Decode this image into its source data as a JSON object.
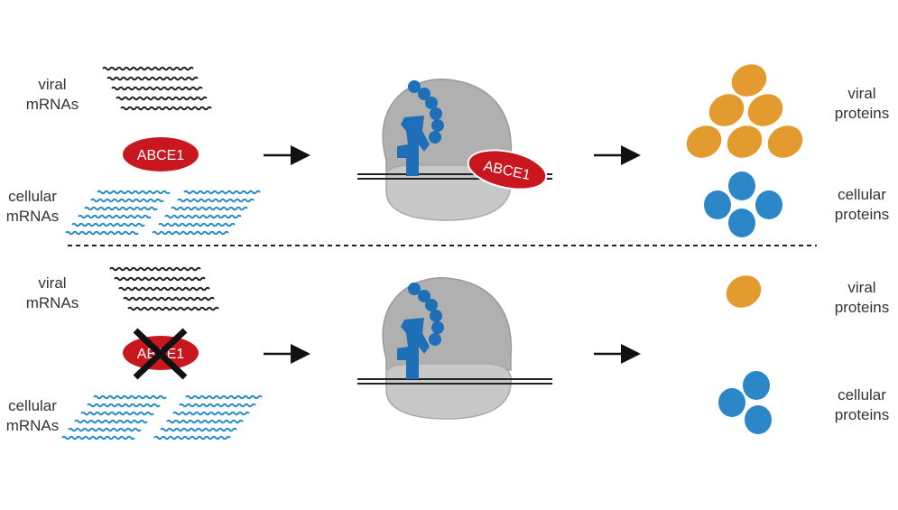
{
  "panels": {
    "top": {
      "viral_mrnas": [
        "viral",
        "mRNAs"
      ],
      "cellular_mrnas": [
        "cellular",
        "mRNAs"
      ],
      "abce1_label": "ABCE1",
      "ribosome_abce1_label": "ABCE1",
      "viral_proteins": [
        "viral",
        "proteins"
      ],
      "cellular_proteins": [
        "cellular",
        "proteins"
      ]
    },
    "bottom": {
      "viral_mrnas": [
        "viral",
        "mRNAs"
      ],
      "cellular_mrnas": [
        "cellular",
        "mRNAs"
      ],
      "abce1_label": "ABCE1",
      "viral_proteins": [
        "viral",
        "proteins"
      ],
      "cellular_proteins": [
        "cellular",
        "proteins"
      ]
    }
  },
  "colors": {
    "viral_rna": "#222222",
    "cellular_rna": "#2a8cc8",
    "abce1": "#c8171e",
    "ribosome_large": "#b0b0b0",
    "ribosome_small": "#c8c8c8",
    "nascent_peptide": "#1f6fb8",
    "viral_protein": "#e39a2e",
    "cellular_protein": "#2b87c7",
    "arrow": "#111111",
    "divider": "#222222"
  },
  "icons": [
    "right-arrow-icon",
    "cross-out-icon",
    "ribosome-icon",
    "protein-blob-icon",
    "mrna-wave-icon"
  ]
}
